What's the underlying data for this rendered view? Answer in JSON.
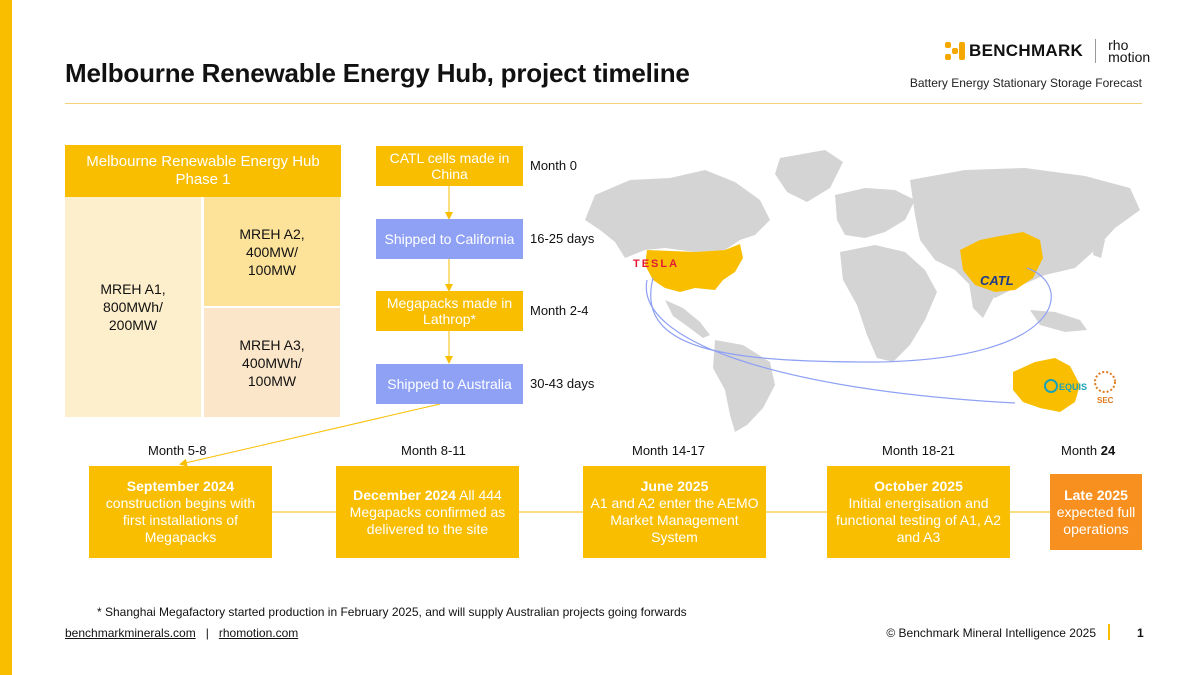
{
  "header": {
    "title": "Melbourne Renewable Energy Hub, project timeline",
    "subtitle": "Battery Energy Stationary Storage Forecast",
    "brand": "BENCHMARK",
    "partner_line1": "rho",
    "partner_line2": "motion"
  },
  "phase": {
    "heading": "Melbourne Renewable Energy Hub Phase 1",
    "a1": "MREH A1, 800MWh/ 200MW",
    "a2": "MREH A2, 400MW/ 100MW",
    "a3": "MREH A3, 400MWh/ 100MW"
  },
  "steps": [
    {
      "label": "CATL cells made in China",
      "time": "Month 0"
    },
    {
      "label": "Shipped to California",
      "time": "16-25 days"
    },
    {
      "label": "Megapacks made in Lathrop*",
      "time": "Month 2-4"
    },
    {
      "label": "Shipped to Australia",
      "time": "30-43 days"
    }
  ],
  "map": {
    "tesla": "TESLA",
    "catl": "CATL",
    "equis": "EQUIS",
    "sec": "SEC"
  },
  "milestones": [
    {
      "period": "Month 5-8",
      "heading": "September 2024",
      "text": "construction begins with first installations of Megapacks"
    },
    {
      "period": "Month 8-11",
      "heading": "December 2024",
      "text": "All 444 Megapacks confirmed as delivered to the site"
    },
    {
      "period": "Month 14-17",
      "heading": "June 2025",
      "text": "A1 and A2 enter the AEMO Market Management System"
    },
    {
      "period": "Month 18-21",
      "heading": "October 2025",
      "text": "Initial energisation and functional testing of A1, A2 and A3"
    },
    {
      "period_prefix": "Month",
      "period_value": "24",
      "heading": "Late 2025",
      "text": "expected full operations"
    }
  ],
  "footnote": "* Shanghai Megafactory started production in February 2025, and will supply Australian projects going forwards",
  "footer": {
    "link1": "benchmarkminerals.com",
    "separator": "|",
    "link2": "rhomotion.com",
    "copyright": "© Benchmark Mineral Intelligence 2025",
    "page": "1"
  },
  "colors": {
    "accent": "#F9BE00",
    "step_blue": "#8FA1F5",
    "final_orange": "#F7901E",
    "map_grey": "#D4D4D4",
    "tesla_red": "#E31937",
    "catl_blue": "#1E3A8A"
  }
}
